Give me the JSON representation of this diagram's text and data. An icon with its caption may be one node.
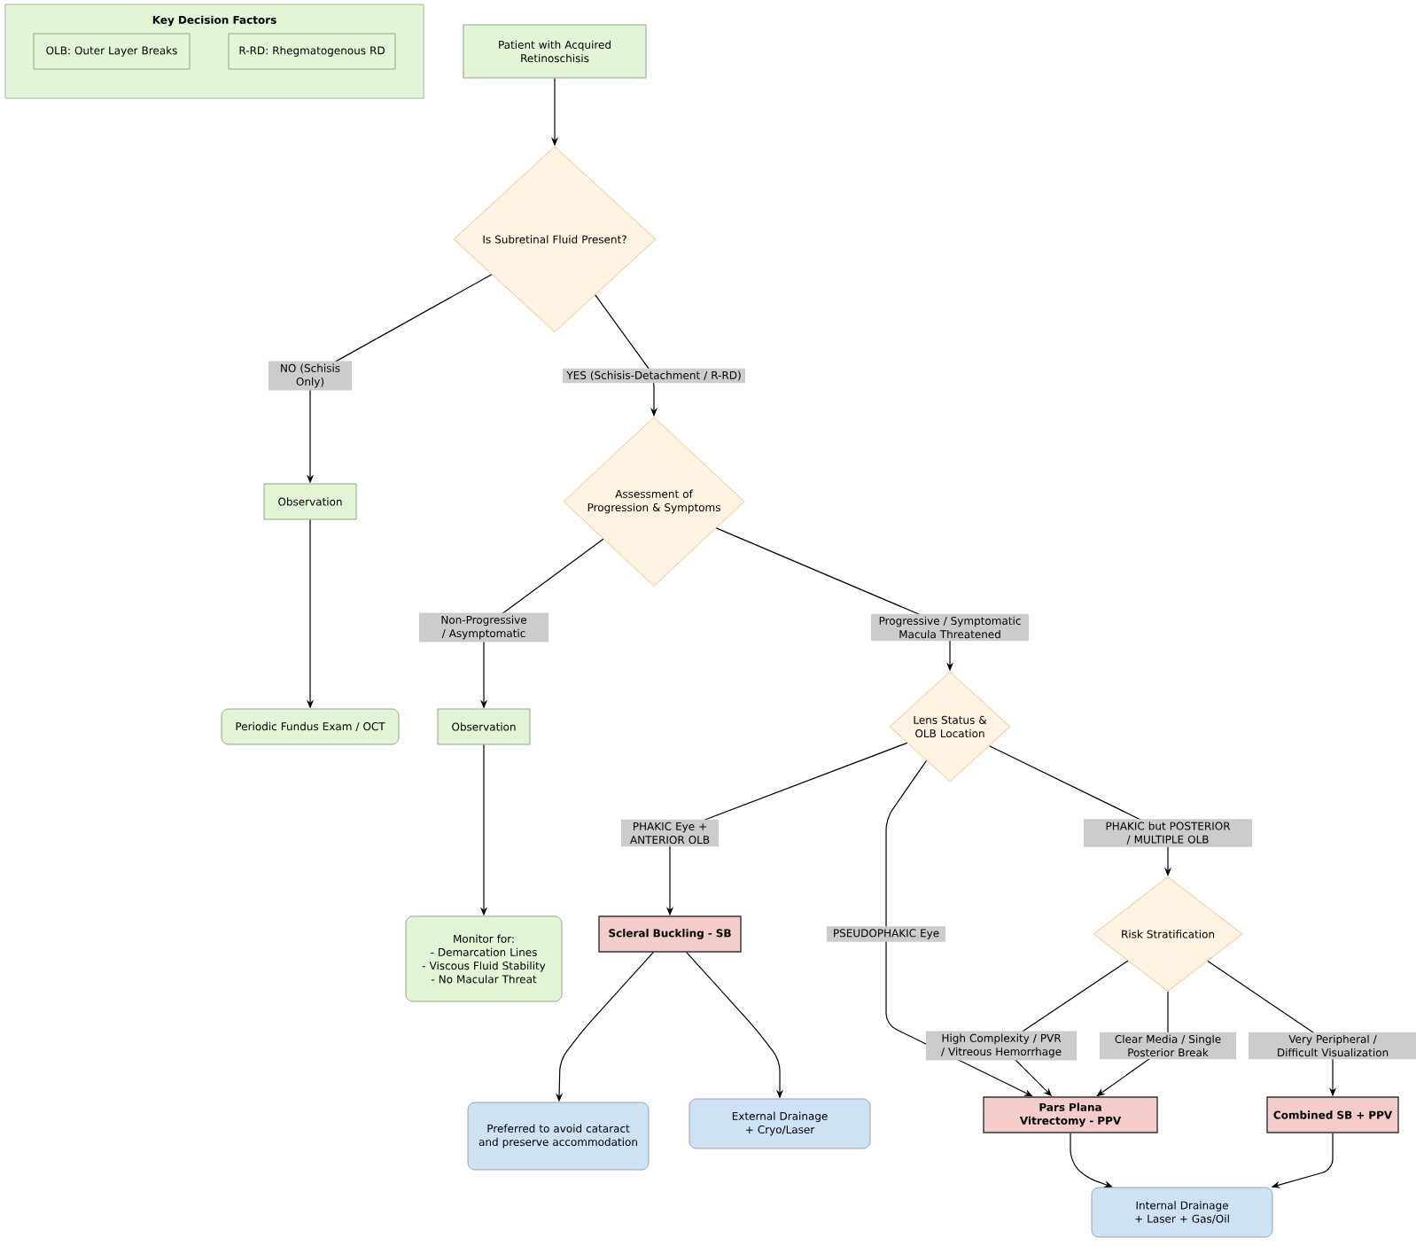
{
  "diagram": {
    "nodes": [
      {
        "text": [
          "Key Decision Factors"
        ]
      },
      {
        "text": [
          "OLB: Outer Layer Breaks"
        ],
        "in": 0
      },
      {
        "text": [
          "R-RD: Rhegmatogenous RD"
        ],
        "in": 0
      },
      {
        "text": [
          "Patient with Acquired Retinoschisis"
        ]
      },
      {
        "text": [
          "Is Subretinal Fluid Present?"
        ]
      },
      {
        "text": [
          "Observation"
        ]
      },
      {
        "text": [
          "Periodic Fundus Exam / OCT"
        ]
      },
      {
        "text": [
          "Assessment of Progression & Symptoms"
        ]
      },
      {
        "text": [
          "Observation"
        ]
      },
      {
        "text": [
          "Monitor for:",
          "- Demarcation Lines",
          "- Viscous Fluid Stability",
          "- No Macular Threat"
        ]
      },
      {
        "text": [
          "Lens Status & OLB Location"
        ]
      },
      {
        "text": [
          "Scleral Buckling - SB"
        ]
      },
      {
        "text": [
          "Risk Stratification"
        ]
      },
      {
        "text": [
          "Preferred to avoid cataract and preserve accommodation"
        ]
      },
      {
        "text": [
          "External Drainage + Cryo/Laser"
        ]
      },
      {
        "text": [
          "Pars Plana Vitrectomy - PPV"
        ]
      },
      {
        "text": [
          "Combined SB + PPV"
        ]
      },
      {
        "text": [
          "Internal Drainage + Laser + Gas/Oil"
        ]
      }
    ],
    "edges": [
      {
        "from": 3,
        "to": 4,
        "arrow": "to"
      },
      {
        "from": 4,
        "to": 5,
        "arrow": "to",
        "label": "NO (Schisis Only)"
      },
      {
        "from": 4,
        "to": 7,
        "arrow": "to",
        "label": "YES (Schisis-Detachment / R-RD)"
      },
      {
        "from": 5,
        "to": 6,
        "arrow": "to"
      },
      {
        "from": 7,
        "to": 8,
        "arrow": "to",
        "label": "Non-Progressive / Asymptomatic"
      },
      {
        "from": 7,
        "to": 10,
        "arrow": "to",
        "label": "Progressive / Symptomatic Macula Threatened"
      },
      {
        "from": 8,
        "to": 9,
        "arrow": "to"
      },
      {
        "from": 10,
        "to": 11,
        "arrow": "to",
        "label": "PHAKIC Eye + ANTERIOR OLB"
      },
      {
        "from": 10,
        "to": 15,
        "arrow": "to",
        "label": "PSEUDOPHAKIC Eye"
      },
      {
        "from": 10,
        "to": 12,
        "arrow": "to",
        "label": "PHAKIC but POSTERIOR / MULTIPLE OLB"
      },
      {
        "from": 11,
        "to": 13,
        "arrow": "to"
      },
      {
        "from": 11,
        "to": 14,
        "arrow": "to"
      },
      {
        "from": 12,
        "to": 15,
        "arrow": "to",
        "label": "High Complexity / PVR / Vitreous Hemorrhage"
      },
      {
        "from": 12,
        "to": 15,
        "arrow": "to",
        "label": "Clear Media / Single Posterior Break"
      },
      {
        "from": 12,
        "to": 16,
        "arrow": "to",
        "label": "Very Peripheral / Difficult Visualization"
      },
      {
        "from": 15,
        "to": 17,
        "arrow": "to"
      },
      {
        "from": 16,
        "to": 17,
        "arrow": "to"
      }
    ]
  }
}
